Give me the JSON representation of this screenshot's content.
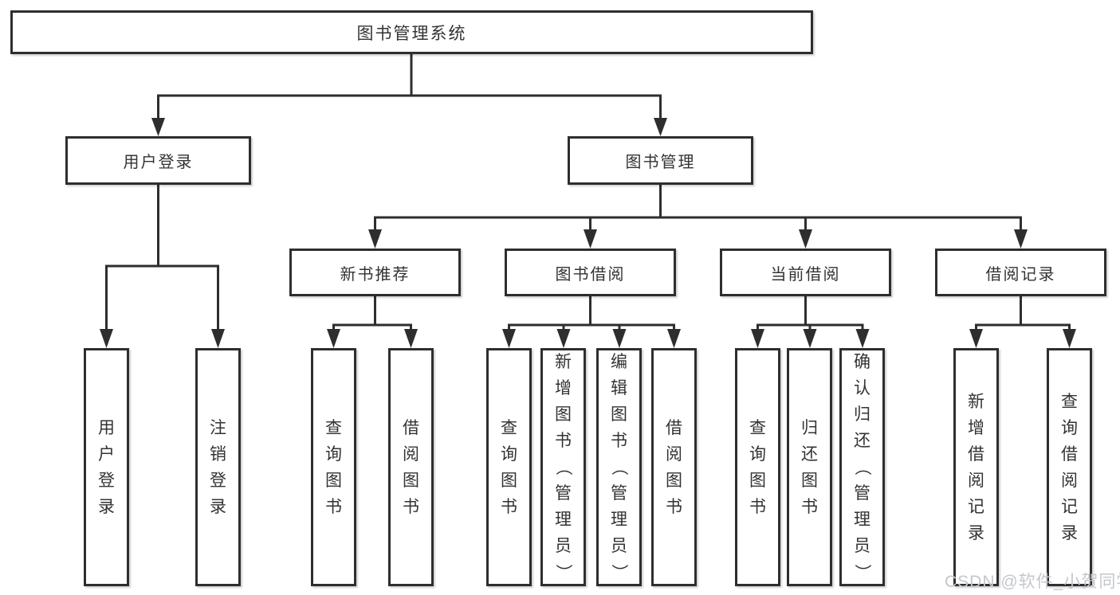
{
  "tree": {
    "label": "图书管理系统",
    "children": [
      {
        "label": "用户登录",
        "children": [
          {
            "label": "用户登录"
          },
          {
            "label": "注销登录"
          }
        ]
      },
      {
        "label": "图书管理",
        "children": [
          {
            "label": "新书推荐",
            "children": [
              {
                "label": "查询图书"
              },
              {
                "label": "借阅图书"
              }
            ]
          },
          {
            "label": "图书借阅",
            "children": [
              {
                "label": "查询图书"
              },
              {
                "label": "新增图书（管理员）"
              },
              {
                "label": "编辑图书（管理员）"
              },
              {
                "label": "借阅图书"
              }
            ]
          },
          {
            "label": "当前借阅",
            "children": [
              {
                "label": "查询图书"
              },
              {
                "label": "归还图书"
              },
              {
                "label": "确认归还（管理员）"
              }
            ]
          },
          {
            "label": "借阅记录",
            "children": [
              {
                "label": "新增借阅记录"
              },
              {
                "label": "查询借阅记录"
              }
            ]
          }
        ]
      }
    ]
  },
  "watermark": {
    "text": "CSDN @软件_小贺同学"
  },
  "colors": {
    "line": "#2e2e2e",
    "box_border": "#2e2e2e",
    "box_fill": "#ffffff",
    "text": "#333333",
    "watermark": "#c4c7cb"
  }
}
